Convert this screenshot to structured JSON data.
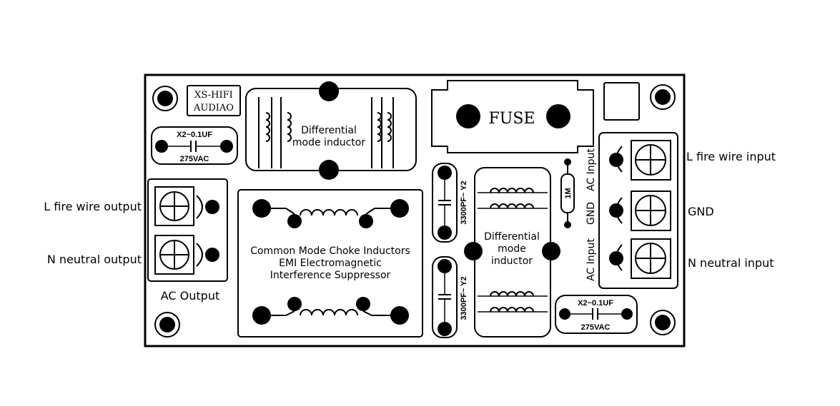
{
  "brand": {
    "line1": "XS-HIFI",
    "line2": "AUDIAO"
  },
  "fuse": {
    "label": "FUSE"
  },
  "cap_x2_left": {
    "value": "X2~0.1UF",
    "voltage": "275VAC"
  },
  "cap_x2_right": {
    "value": "X2~0.1UF",
    "voltage": "275VAC"
  },
  "cap_y2_top": {
    "value": "3300PF~ Y2"
  },
  "cap_y2_bottom": {
    "value": "3300PF~ Y2"
  },
  "resistor": {
    "value": "1M"
  },
  "diff_inductor_top": {
    "line1": "Differential",
    "line2": "mode inductor"
  },
  "diff_inductor_mid": {
    "line1": "Differential",
    "line2": "mode",
    "line3": "inductor"
  },
  "common_mode": {
    "line1": "Common Mode Choke Inductors",
    "line2": "EMI Electromagnetic",
    "line3": "Interference Suppressor"
  },
  "output_block": {
    "label": "AC Output"
  },
  "input_side_labels": {
    "ac_input_top": "AC Input",
    "gnd": "GND",
    "ac_input_bottom": "AC Input"
  },
  "external_labels": {
    "l_out": "L fire wire output",
    "n_out": "N neutral output",
    "l_in": "L fire wire input",
    "gnd": "GND",
    "n_in": "N neutral input"
  }
}
